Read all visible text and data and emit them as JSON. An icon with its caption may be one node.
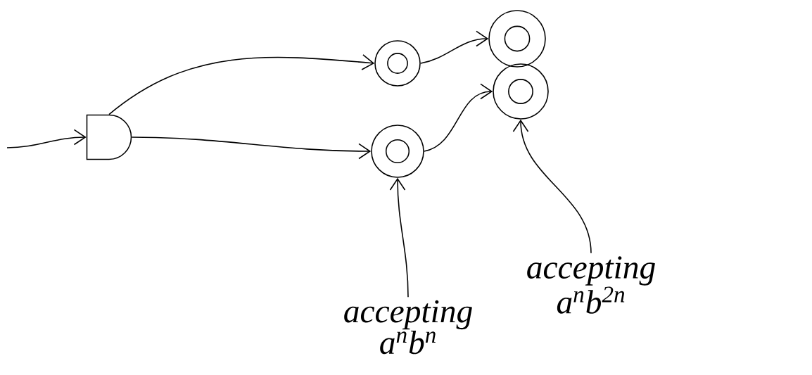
{
  "diagram": {
    "nodes": [
      {
        "text": [],
        "shape": "box"
      },
      {
        "text": [],
        "shape": "circle"
      },
      {
        "text": [],
        "shape": "circle"
      },
      {
        "text": [],
        "shape": "circle"
      },
      {
        "text": [],
        "shape": "circle"
      },
      {
        "text": [
          "accepting a$^{n}$b$^{n}$"
        ]
      },
      {
        "text": [
          "accepting a$^{n}$b$^{2n}$"
        ]
      }
    ],
    "edges": [
      {
        "from": null,
        "to": 0,
        "arrow": "to"
      },
      {
        "from": 0,
        "to": 1,
        "arrow": "to"
      },
      {
        "from": 0,
        "to": 2,
        "arrow": "to"
      },
      {
        "from": 1,
        "to": 3,
        "arrow": "to"
      },
      {
        "from": 2,
        "to": 4,
        "arrow": "to"
      },
      {
        "from": 5,
        "to": 2,
        "arrow": "to"
      },
      {
        "from": 6,
        "to": 4,
        "arrow": "to"
      }
    ]
  }
}
